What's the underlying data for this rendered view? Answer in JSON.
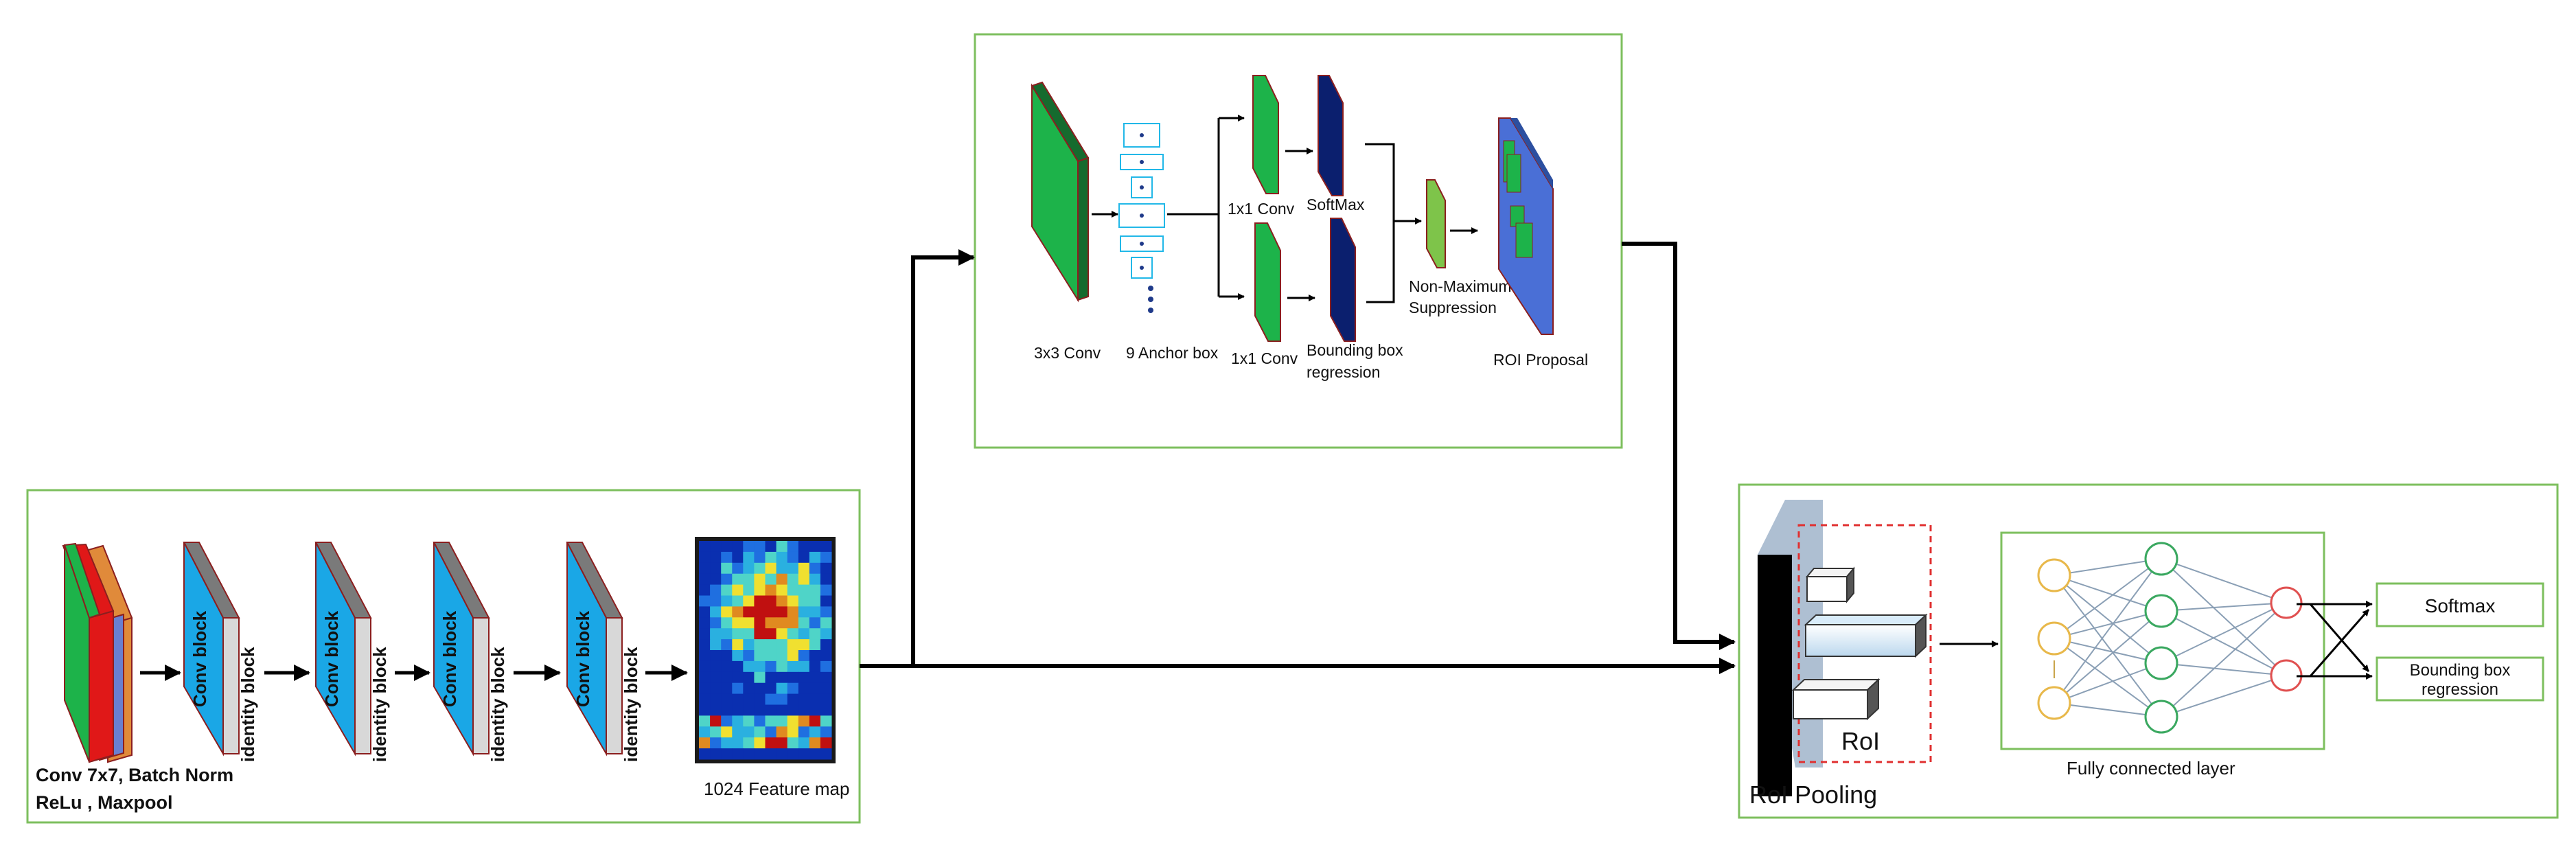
{
  "colors": {
    "panel_border": "#7dbf5e",
    "green_layer": "#1db34a",
    "blue_layer": "#1aa7e6",
    "navy_layer": "#0b1f6e",
    "light_green_layer": "#7ec44a",
    "roi_blue": "#4a6fd6",
    "layer_outline": "#8b1f1f",
    "anchor_cyan": "#22b8e8",
    "roi_dashed": "#e03030",
    "node_orange": "#e8b84a",
    "node_green": "#3aa860",
    "node_red": "#e05050",
    "edge_gray": "#8a9fb5"
  },
  "backbone": {
    "label_line1": "Conv 7x7,  Batch Norm",
    "label_line2": "ReLu , Maxpool",
    "blocks": [
      {
        "conv": "Conv block",
        "identity": "identity block"
      },
      {
        "conv": "Conv block",
        "identity": "identity block"
      },
      {
        "conv": "Conv block",
        "identity": "identity block"
      },
      {
        "conv": "Conv block",
        "identity": "identity block"
      }
    ],
    "feature_map_label": "1024 Feature map"
  },
  "rpn": {
    "conv3x3": "3x3 Conv",
    "anchor": "9 Anchor box",
    "conv1x1_top": "1x1 Conv",
    "conv1x1_bottom": "1x1 Conv",
    "softmax": "SoftMax",
    "bbox_line1": "Bounding box",
    "bbox_line2": "regression",
    "nms_line1": "Non-Maximum",
    "nms_line2": "Suppression",
    "roi_proposal": "ROI Proposal"
  },
  "head": {
    "roi_pooling": "RoI Pooling",
    "roi": "RoI",
    "fc_layer": "Fully connected layer",
    "softmax_out": "Softmax",
    "bbox_out_line1": "Bounding box",
    "bbox_out_line2": "regression"
  }
}
